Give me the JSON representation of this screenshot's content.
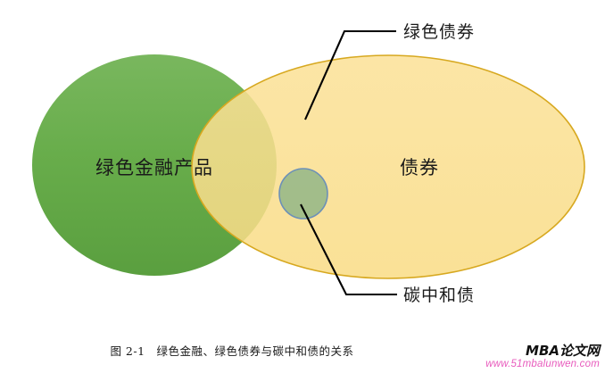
{
  "figure": {
    "caption": "图 2-1　绿色金融、绿色债券与碳中和债的关系",
    "diagram_type": "venn",
    "sets": {
      "green_financial_products": {
        "label": "绿色金融产品",
        "fill_color": "#6aad4c",
        "fill_color_top": "#77b65c",
        "fill_color_bottom": "#5ca040",
        "stroke_color": "none"
      },
      "bonds": {
        "label": "债券",
        "fill_color": "#fadf8e",
        "stroke_color": "#d7a81f"
      },
      "carbon_neutral_bond": {
        "label": "碳中和债",
        "fill_color": "#8fb393",
        "stroke_color": "#6c90b8"
      },
      "intersection": {
        "label": "绿色债券",
        "fill_color": "#b2b029"
      }
    },
    "callouts": [
      {
        "name": "green-bond",
        "label": "绿色债券"
      },
      {
        "name": "carbon-neutral-bond",
        "label": "碳中和债"
      }
    ],
    "leader_line_color": "#000000"
  },
  "watermark": {
    "brand": "MBA论文网",
    "url": "www.51mbalunwen.com",
    "brand_color": "#111111",
    "url_color": "#e85bbd"
  }
}
